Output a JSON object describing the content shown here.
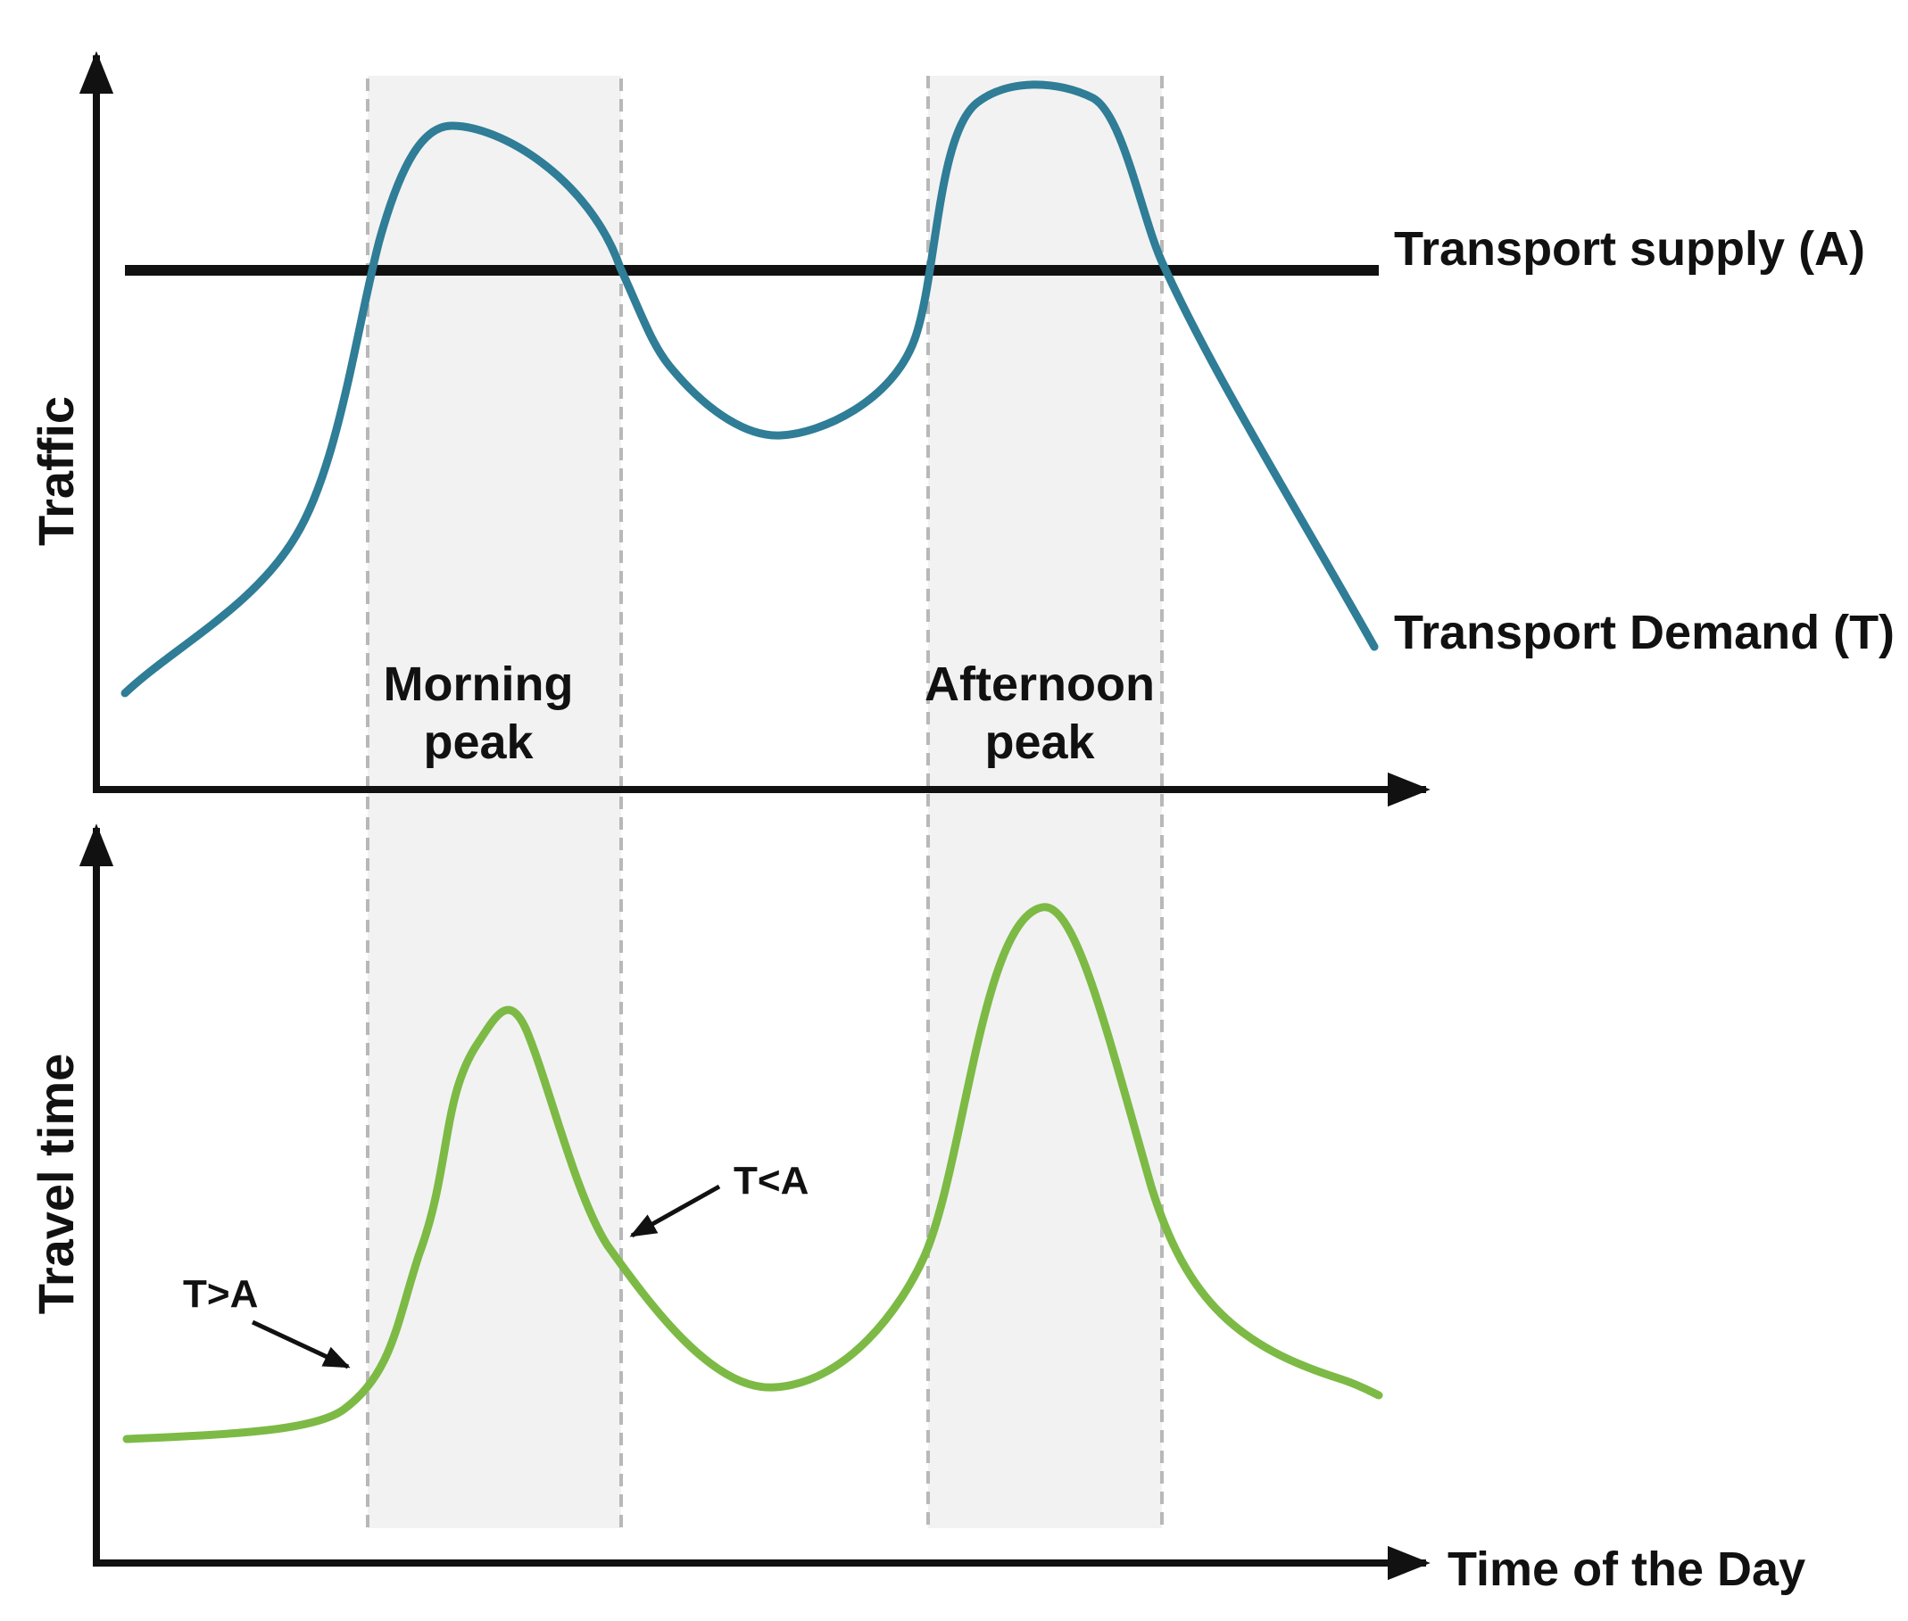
{
  "labels": {
    "traffic_axis": "Traffic",
    "travel_time_axis": "Travel time",
    "time_axis": "Time of the Day",
    "supply": "Transport supply (A)",
    "demand": "Transport Demand (T)",
    "morning_1": "Morning",
    "morning_2": "peak",
    "afternoon_1": "Afternoon",
    "afternoon_2": "peak",
    "t_greater_a": "T>A",
    "t_less_a": "T<A"
  },
  "colors": {
    "demand": "#2f7d96",
    "travel_time": "#7cba45",
    "supply": "#111111",
    "peak_band": "#f2f2f2",
    "band_edge": "#b8b8b8"
  }
}
